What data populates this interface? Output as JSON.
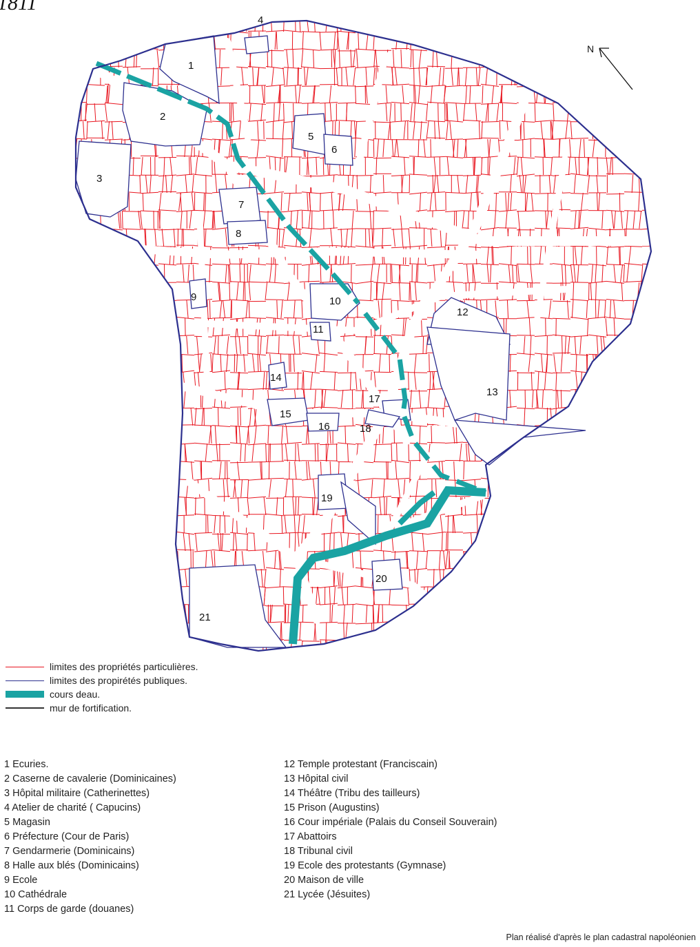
{
  "map": {
    "title": "1811",
    "compass_label": "N",
    "colors": {
      "private": "#e8141e",
      "public": "#2c2f8e",
      "water": "#1aa3a3",
      "wall": "#333333"
    },
    "numbers": [
      "1",
      "2",
      "3",
      "4",
      "5",
      "6",
      "7",
      "8",
      "9",
      "10",
      "11",
      "12",
      "13",
      "14",
      "15",
      "16",
      "17",
      "18",
      "19",
      "20",
      "21"
    ]
  },
  "legend": [
    {
      "key": "private",
      "label": "limites des propriétés particulières."
    },
    {
      "key": "public",
      "label": "limites des propirétés publiques."
    },
    {
      "key": "water",
      "label": "cours deau."
    },
    {
      "key": "wall",
      "label": "mur de fortification."
    }
  ],
  "places": [
    "1 Ecuries.",
    "2 Caserne de cavalerie (Dominicaines)",
    "3 Hôpital militaire (Catherinettes)",
    "4 Atelier de charité ( Capucins)",
    "5 Magasin",
    "6 Préfecture (Cour de Paris)",
    "7 Gendarmerie (Dominicains)",
    "8 Halle aux blés (Dominicains)",
    "9 Ecole",
    "10 Cathédrale",
    "11 Corps de garde (douanes)",
    "12 Temple protestant (Franciscain)",
    "13 Hôpital civil",
    "14 Théâtre (Tribu des tailleurs)",
    "15 Prison (Augustins)",
    "16 Cour impériale (Palais du Conseil Souverain)",
    "17 Abattoirs",
    "18 Tribunal civil",
    "19 Ecole des protestants (Gymnase)",
    "20 Maison de ville",
    "21 Lycée (Jésuites)"
  ],
  "credit": "Plan réalisé d'après le plan cadastral napoléonien"
}
